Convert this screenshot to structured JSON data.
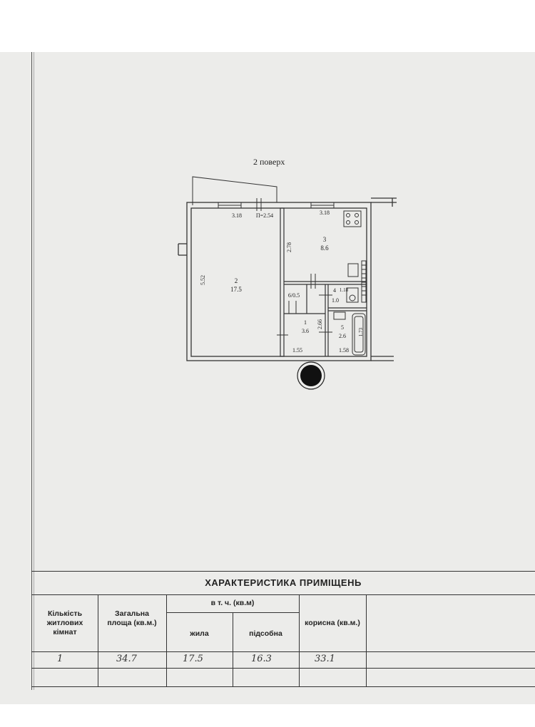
{
  "floor": {
    "title": "2 поверх"
  },
  "rooms": [
    {
      "id": "2",
      "area": "17.5"
    },
    {
      "id": "3",
      "area": "8.6"
    },
    {
      "id": "4",
      "area": "1.0"
    },
    {
      "id": "1",
      "area": "3.6"
    },
    {
      "id": "5",
      "area": "2.6"
    }
  ],
  "dimensions": {
    "room2_width": "3.18",
    "ceiling_height": "П=2.54",
    "room3_width": "3.18",
    "room2_height": "5.52",
    "room3_height": "2.78",
    "wardrobe": "6/0.5",
    "room4_width": "1.18",
    "corridor_height": "2.66",
    "bath_height": "1.73",
    "corridor_width": "1.55",
    "bath_width": "1.58"
  },
  "table": {
    "title": "ХАРАКТЕРИСТИКА ПРИМІЩЕНЬ",
    "headers": {
      "rooms_count": "Кількість житлових кімнат",
      "total_area": "Загальна площа (кв.м.)",
      "including": "в т. ч. (кв.м)",
      "living": "жила",
      "auxiliary": "підсобна",
      "useful": "корисна (кв.м.)"
    },
    "values": {
      "rooms_count": "1",
      "total_area": "34.7",
      "living": "17.5",
      "auxiliary": "16.3",
      "useful": "33.1"
    }
  }
}
